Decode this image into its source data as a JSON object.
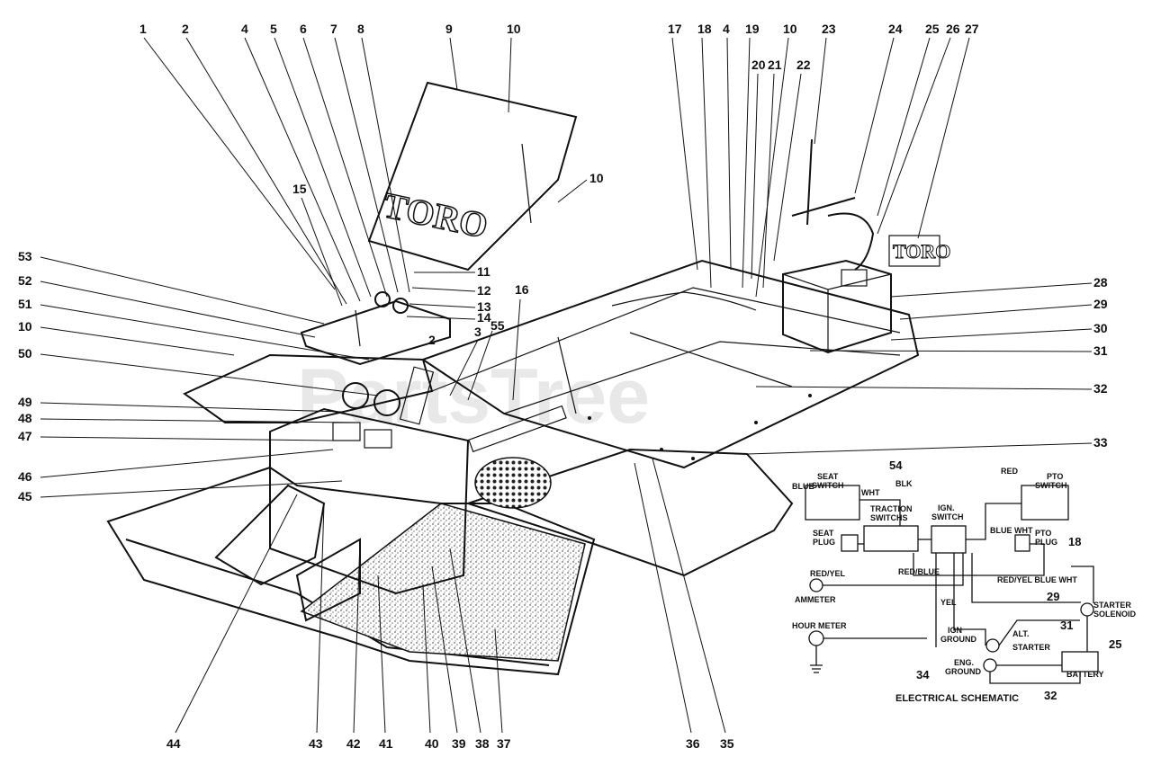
{
  "diagram": {
    "watermark": "PartsTree",
    "hood_brand": "TORO",
    "decal_brand": "TORO",
    "callouts_top": [
      "1",
      "2",
      "4",
      "5",
      "6",
      "7",
      "8",
      "9",
      "10",
      "17",
      "18",
      "4",
      "19",
      "10",
      "23",
      "24",
      "25",
      "26",
      "27",
      "20",
      "21",
      "22",
      "10",
      "15",
      "11",
      "12",
      "13",
      "14",
      "16",
      "55",
      "3",
      "2"
    ],
    "callouts_left": [
      "53",
      "52",
      "51",
      "10",
      "50",
      "49",
      "48",
      "47",
      "46",
      "45"
    ],
    "callouts_right": [
      "28",
      "29",
      "30",
      "31",
      "32",
      "33"
    ],
    "callouts_bottom": [
      "44",
      "43",
      "42",
      "41",
      "40",
      "39",
      "38",
      "37",
      "36",
      "35"
    ],
    "schematic": {
      "title": "ELECTRICAL SCHEMATIC",
      "labels": [
        "SEAT",
        "SWITCH",
        "PTO",
        "SWITCH",
        "TRACTION",
        "SWITCHS",
        "IGN.",
        "SWITCH",
        "SEAT",
        "PLUG",
        "PTO",
        "PLUG",
        "AMMETER",
        "HOUR METER",
        "STARTER",
        "SOLENOID",
        "ALT.",
        "STARTER",
        "IGN",
        "GROUND",
        "ENG.",
        "GROUND",
        "BATTERY"
      ],
      "wire_colors": [
        "BLUE",
        "WHT",
        "BLK",
        "RED",
        "RED/YEL",
        "RED/BLUE",
        "YEL",
        "BLUE WHT",
        "RED/YEL BLUE WHT"
      ],
      "numbers": [
        "54",
        "18",
        "29",
        "31",
        "25",
        "34",
        "32"
      ]
    }
  }
}
